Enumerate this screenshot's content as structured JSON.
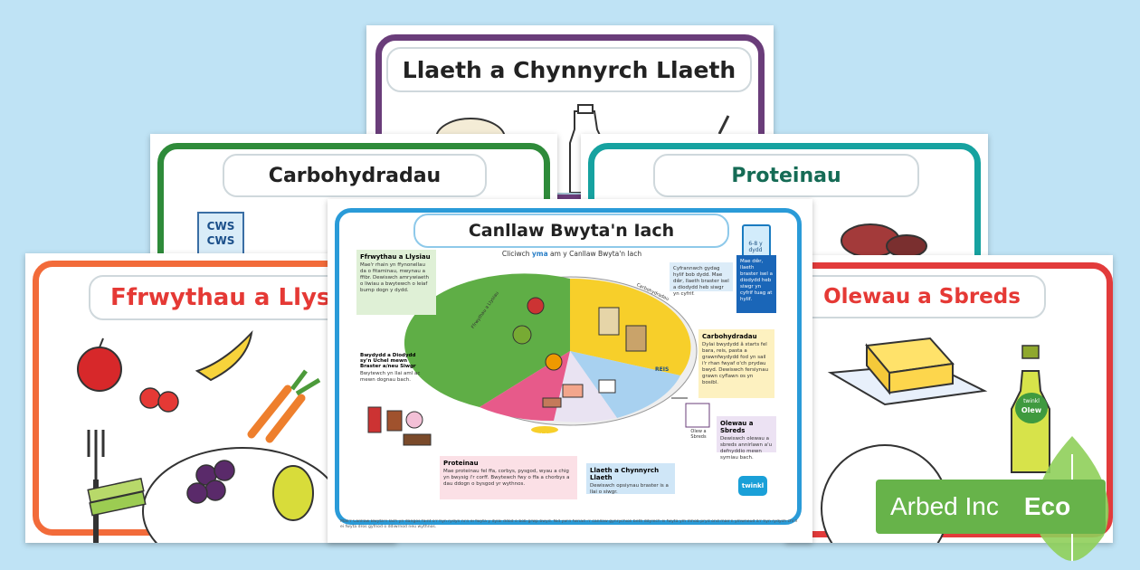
{
  "posters": {
    "dairy": {
      "title": "Llaeth a Chynnyrch Llaeth",
      "color": "#6a3d7a"
    },
    "carbs": {
      "title": "Carbohydradau",
      "color": "#2e8b3a",
      "box_label": "CWS\nCWS"
    },
    "protein": {
      "title": "Proteinau",
      "color": "#16a2a0"
    },
    "fruit": {
      "title": "Ffrwythau a Llysia",
      "color": "#f26b3a"
    },
    "oils": {
      "title": "Olewau a Sbreds",
      "color": "#e23b3b",
      "bottle_label": "Olew",
      "bottle_brand": "twinkl"
    }
  },
  "guide": {
    "title": "Canllaw Bwyta'n Iach",
    "subtitle_pre": "Cliciwch",
    "subtitle_link": "yma",
    "subtitle_post": "am y Canllaw Bwyta'n Iach",
    "glass_label": "6-8 y dydd",
    "segments": {
      "carbs_label": "Carbohydradau",
      "protein_label": "Proteinau",
      "dairy_label": "Llaeth a Chynnyrch Llaeth",
      "fruit_label": "Ffrwythau a Llysiau",
      "oils_label": "Olew a Sbreds",
      "rice_label": "REIS"
    },
    "boxes": {
      "fruit": {
        "title": "Ffrwythau a Llysiau",
        "text": "Mae'r rhain yn ffynonellau da o fitaminau, mwynau a ffibr. Dewiswch amrywiaeth o liwiau a bwytewch o leiaf bump dogn y dydd."
      },
      "sugary": {
        "title": "Bwydydd a Diodydd sy'n Uchel mewn Braster a/neu Siwgr",
        "text": "Bwytewch yn llai aml ac mewn dognau bach."
      },
      "water": {
        "title": "",
        "text": "Cyfrannwch gydag hylif bob dydd. Mae dŵr, llaeth braster isel a diodydd heb siwgr yn cyfrif."
      },
      "water_blue": {
        "title": "",
        "text": "Mae dŵr, llaeth braster isel a diodydd heb siwgr yn cyfrif tuag at hylif."
      },
      "carbs": {
        "title": "Carbohydradau",
        "text": "Dylai bwydydd â starts fel bara, reis, pasta a grawnfwydydd fod yn sail i'r rhan fwyaf o'ch prydau bwyd. Dewiswch fersiynau grawn cyflawn os yn bosibl."
      },
      "oils": {
        "title": "Olewau a Sbreds",
        "text": "Dewiswch olewau a sbreds annirlawn a'u defnyddio mewn symiau bach."
      },
      "protein": {
        "title": "Proteinau",
        "text": "Mae proteinau fel ffa, corbys, pysgod, wyau a chig yn bwysig i'r corff. Bwytewch fwy o ffa a chorbys a dau ddogn o bysgod yr wythnos."
      },
      "dairy": {
        "title": "Llaeth a Chynnyrch Llaeth",
        "text": "Dewiswch opsiynau braster is a llai o siwgr."
      }
    },
    "footer": "Mae'r Canllaw Bwyta'n Iach yn dangos faint o'r hyn rydyn ni'n ei fwyta y dylai ddod o bob grŵp bwyd. Nid yw'n fwriad i'r canllaw gynrychioli beth ddylech ei fwyta ym mhob pryd ond mae'n ymwneud â'r hyn rydych chi'n ei fwyta dros gyfnod o ddiwrnod neu wythnos.",
    "brand": "twinkl"
  },
  "badge": {
    "left": "Arbed Inc",
    "right": "Eco",
    "bg": "#67b34a"
  }
}
